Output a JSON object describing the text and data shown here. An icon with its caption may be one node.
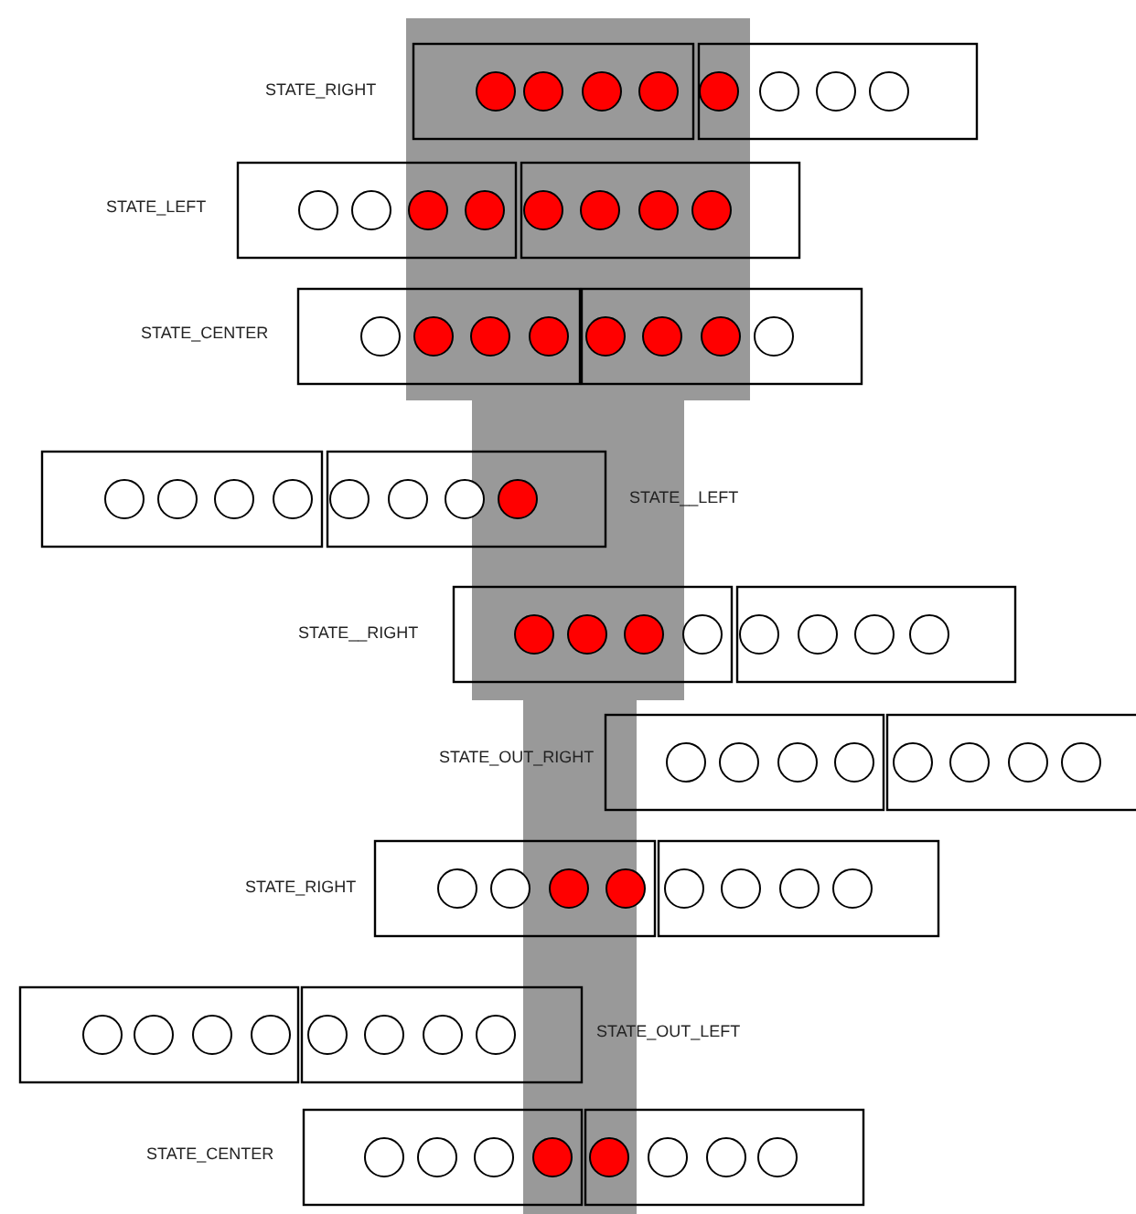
{
  "diagram": {
    "labels": [
      "STATE_RIGHT",
      "STATE_LEFT",
      "STATE_CENTER",
      "STATE__LEFT",
      "STATE__RIGHT",
      "STATE_OUT_RIGHT",
      "STATE_RIGHT",
      "STATE_OUT_LEFT",
      "STATE_CENTER"
    ]
  }
}
